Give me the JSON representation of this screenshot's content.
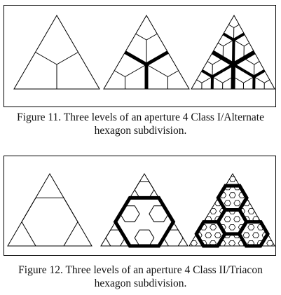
{
  "figures": [
    {
      "caption_line1": "Figure 11. Three levels of an aperture 4 Class I/Alternate",
      "caption_line2": "hexagon subdivision."
    },
    {
      "caption_line1": "Figure 12. Three levels of an aperture 4 Class II/Triacon",
      "caption_line2": "hexagon subdivision."
    }
  ],
  "colors": {
    "line": "#000000",
    "background": "#ffffff"
  }
}
